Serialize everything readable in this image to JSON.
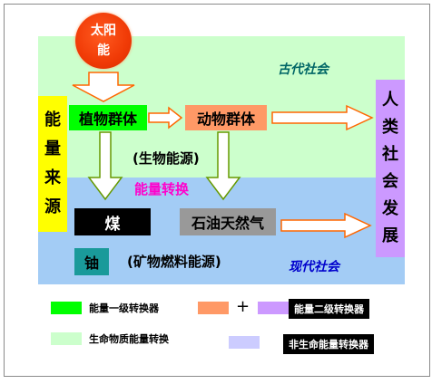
{
  "sun": {
    "line1": "太阳",
    "line2": "能"
  },
  "sources_bar": {
    "chars": [
      "能",
      "量",
      "来",
      "源"
    ]
  },
  "ancient": {
    "label": "古代社会",
    "plant": "植物群体",
    "animal": "动物群体",
    "bio_energy": "(生物能源)"
  },
  "conversion_label": "能量转换",
  "modern": {
    "label": "现代社会",
    "coal": "煤",
    "oil_gas": "石油天然气",
    "uranium": "铀",
    "fossil_energy": "(矿物燃料能源)"
  },
  "human": {
    "chars": [
      "人",
      "类",
      "社",
      "会",
      "发",
      "展"
    ]
  },
  "legend": {
    "primary": "能量一级转换器",
    "plus": "+",
    "secondary": "能量二级转换器",
    "bio_matter": "生命物质能量转换",
    "non_bio": "非生命能量转换器"
  },
  "colors": {
    "ancient_bg": "#ccffcc",
    "modern_bg": "#a3ccf5",
    "plant": "#00ff00",
    "animal": "#ff9966",
    "human": "#cc99ff",
    "sources": "#ffff00",
    "arrow_outline": "#ff6600",
    "down_arrow": "#66aa00"
  }
}
